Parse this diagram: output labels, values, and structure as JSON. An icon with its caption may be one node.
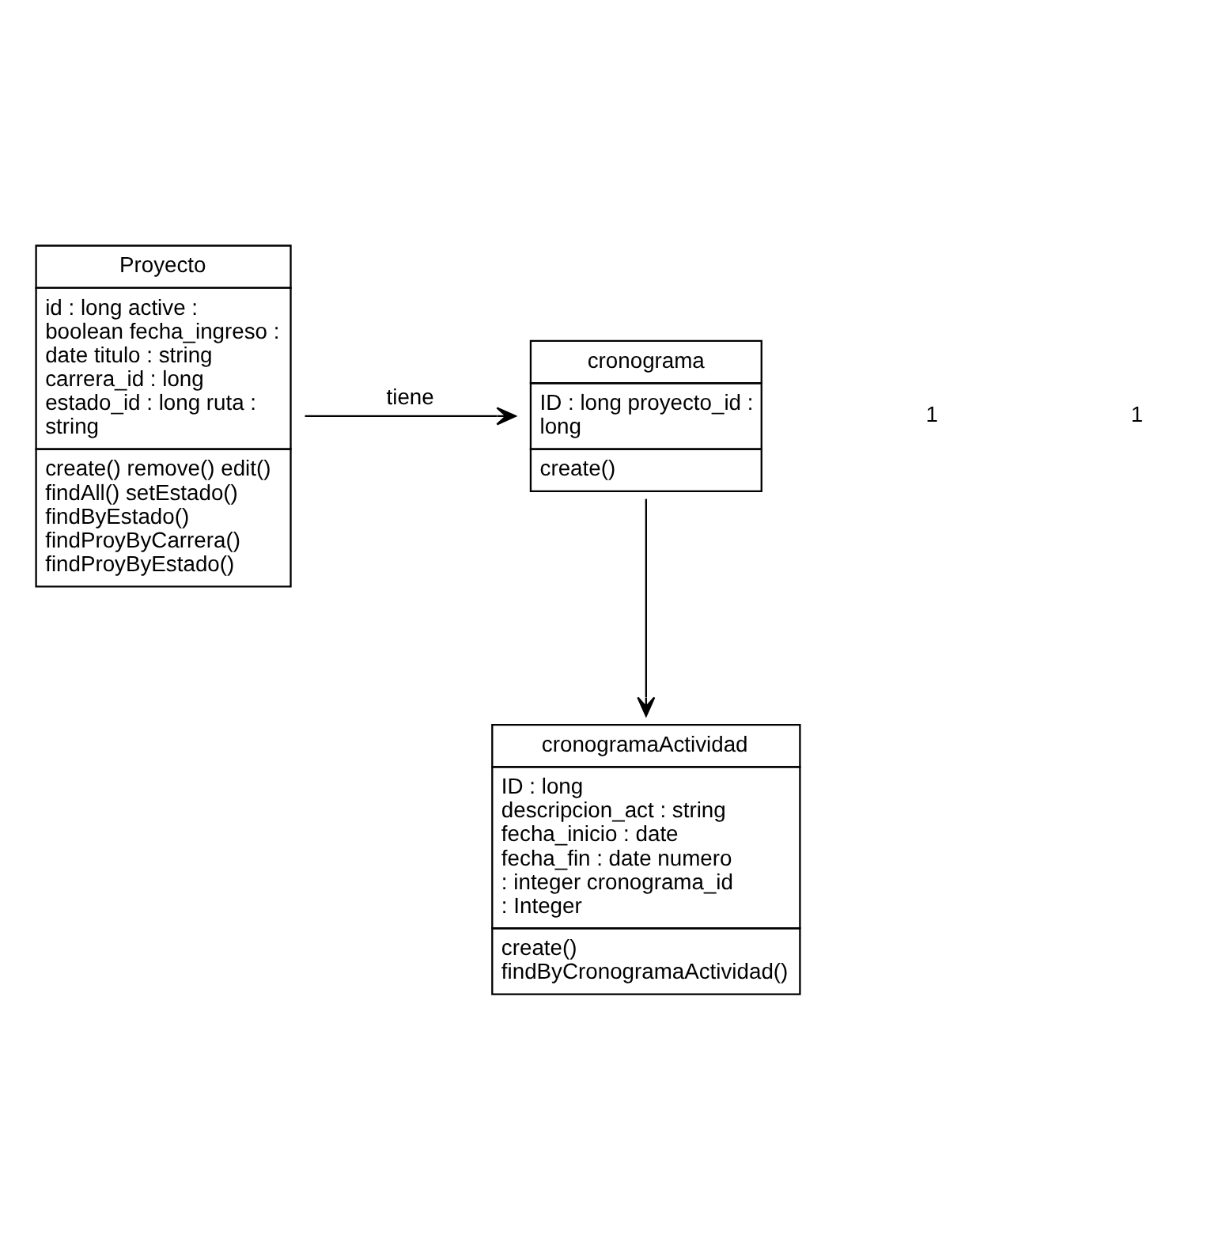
{
  "diagram": {
    "nodes": [
      {
        "text": [
          "cronograma",
          "ID : long proyecto_id : long",
          "create()"
        ]
      },
      {
        "text": [
          "cronogramaActividad",
          "ID : long descripcion_act : string fecha_inicio : date fecha_fin : date numero : integer cronograma_id : Integer",
          "create() findByCronogramaActividad()"
        ]
      },
      {
        "text": [
          "Proyecto",
          "id : long active : boolean fecha_ingreso : date titulo : string carrera_id : long estado_id : long ruta : string",
          "create() remove() edit() findAll() setEstado() findByEstado() findProyByCarrera() findProyByEstado()"
        ]
      }
    ],
    "edges": [
      {
        "from": 2,
        "to": 0,
        "arrow": "to",
        "label": "tiene"
      },
      {
        "from": 0,
        "to": 1,
        "arrow": "to"
      }
    ],
    "labels": [
      "1",
      "1"
    ]
  }
}
